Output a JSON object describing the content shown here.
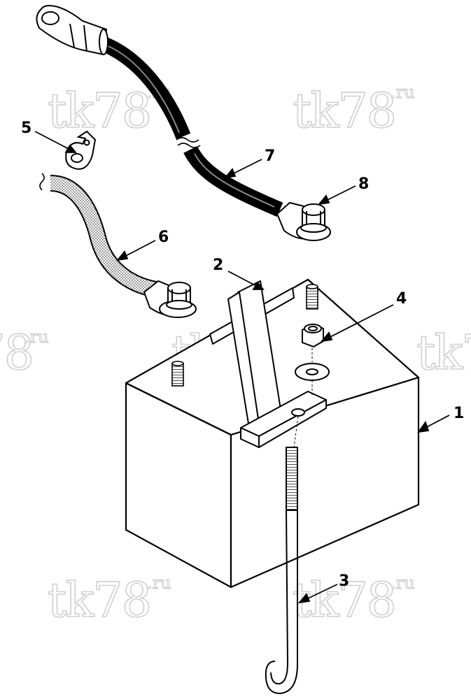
{
  "figure": {
    "callouts": [
      {
        "id": "1",
        "label": "1"
      },
      {
        "id": "2",
        "label": "2"
      },
      {
        "id": "3",
        "label": "3"
      },
      {
        "id": "4",
        "label": "4"
      },
      {
        "id": "5",
        "label": "5"
      },
      {
        "id": "6",
        "label": "6"
      },
      {
        "id": "7",
        "label": "7"
      },
      {
        "id": "8",
        "label": "8"
      }
    ],
    "watermark": {
      "main": "tk78",
      "suffix": ".ru"
    }
  }
}
